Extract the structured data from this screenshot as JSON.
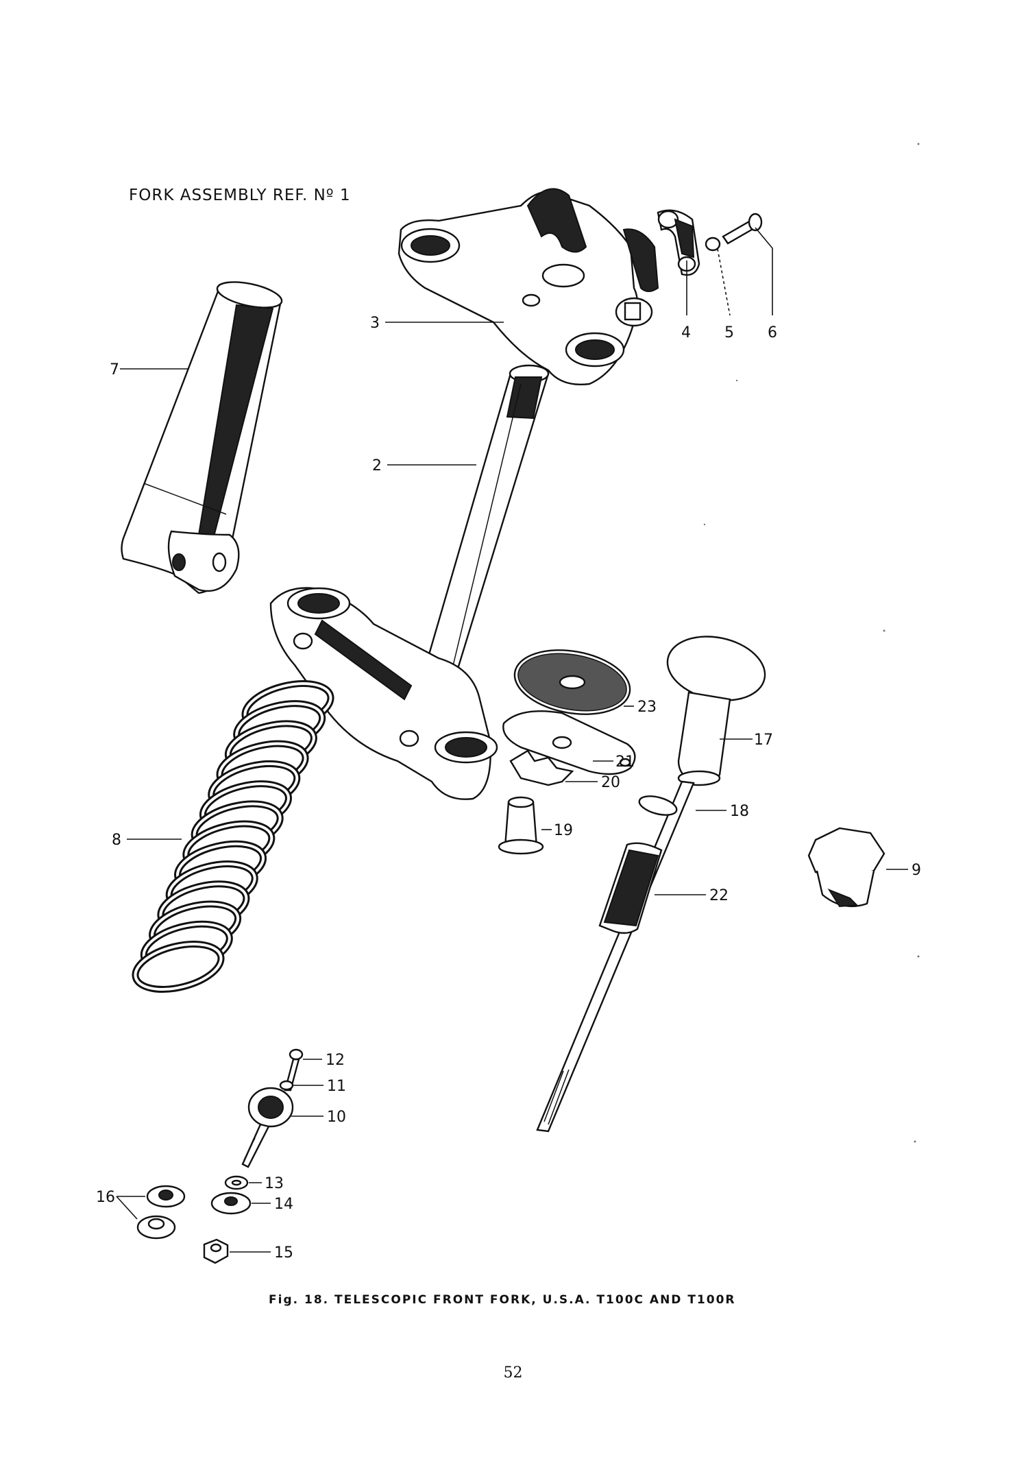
{
  "header": {
    "title": "FORK ASSEMBLY REF. Nº 1"
  },
  "caption": {
    "text": "Fig. 18.  TELESCOPIC FRONT FORK, U.S.A. T100C AND T100R"
  },
  "page_number": "52",
  "callouts": {
    "c2": "2",
    "c3": "3",
    "c4": "4",
    "c5": "5",
    "c6": "6",
    "c7": "7",
    "c8": "8",
    "c9": "9",
    "c10": "10",
    "c11": "11",
    "c12": "12",
    "c13": "13",
    "c14": "14",
    "c15": "15",
    "c16": "16",
    "c17": "17",
    "c18": "18",
    "c19": "19",
    "c20": "20",
    "c21": "21",
    "c22": "22",
    "c23": "23"
  }
}
